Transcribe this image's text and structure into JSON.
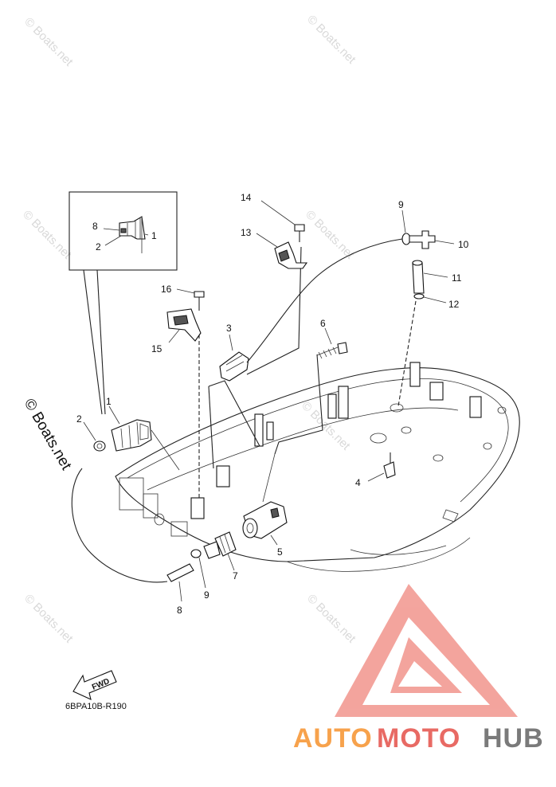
{
  "watermark": {
    "text": "© Boats.net",
    "side_text": "© Boats.net"
  },
  "callouts": {
    "inset_8": "8",
    "inset_2": "2",
    "inset_1": "1",
    "c1": "1",
    "c2": "2",
    "c3": "3",
    "c4": "4",
    "c5": "5",
    "c6": "6",
    "c7": "7",
    "c8": "8",
    "c9_lower": "9",
    "c9_upper": "9",
    "c10": "10",
    "c11": "11",
    "c12": "12",
    "c13": "13",
    "c14": "14",
    "c15": "15",
    "c16": "16"
  },
  "fwd_label": "FWD",
  "diagram_code": "6BPA10B-R190",
  "logo": {
    "part1": "AUTO",
    "part2": "MOTO",
    "part3": "HUB",
    "colors": {
      "orange": "#f7a24c",
      "red": "#e86a64",
      "gray": "#7a7a7a",
      "triangle": "#f29b93"
    }
  }
}
